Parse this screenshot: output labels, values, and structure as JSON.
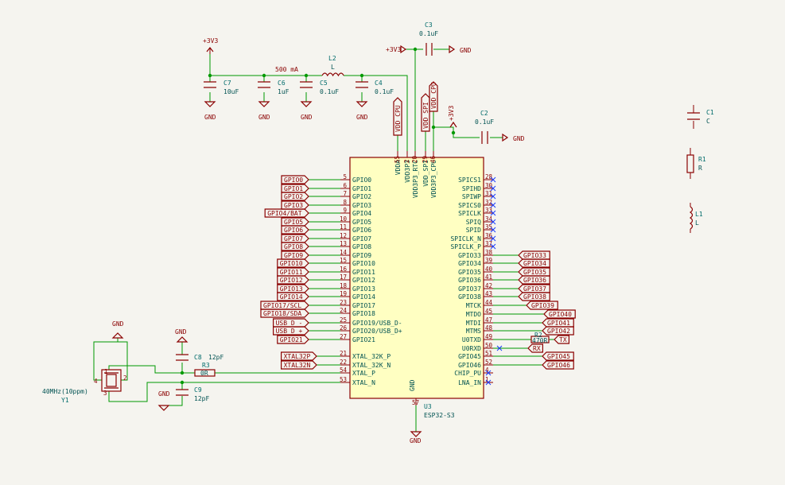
{
  "colors": {
    "background": "#f5f4ef",
    "wire": "#009900",
    "component": "#8a0000",
    "chip_fill": "#ffffc2",
    "text": "#005252"
  },
  "power": {
    "v3v3": "+3V3",
    "gnd": "GND"
  },
  "capacitors": {
    "c1": {
      "ref": "C1",
      "value": "C"
    },
    "c2": {
      "ref": "C2",
      "value": "0.1uF"
    },
    "c3": {
      "ref": "C3",
      "value": "0.1uF"
    },
    "c4": {
      "ref": "C4",
      "value": "0.1uF"
    },
    "c5": {
      "ref": "C5",
      "value": "0.1uF"
    },
    "c6": {
      "ref": "C6",
      "value": "1uF"
    },
    "c7": {
      "ref": "C7",
      "value": "10uF"
    },
    "c8": {
      "ref": "C8",
      "value": "12pF"
    },
    "c9": {
      "ref": "C9",
      "value": "12pF"
    }
  },
  "inductors": {
    "l1": {
      "ref": "L1",
      "value": "L"
    },
    "l2": {
      "ref": "L2",
      "value": "L",
      "note": "500 mA"
    }
  },
  "resistors": {
    "r1": {
      "ref": "R1",
      "value": "R"
    },
    "r2": {
      "ref": "R2",
      "value": "470R"
    },
    "r3": {
      "ref": "R3",
      "value": "0R"
    }
  },
  "crystal": {
    "ref": "Y1",
    "value": "40MHz(10ppm)",
    "pins": [
      "1",
      "2",
      "3",
      "4"
    ]
  },
  "u3": {
    "ref": "U3",
    "value": "ESP32-S3",
    "top_pins": [
      {
        "name": "VDDA",
        "num": "55"
      },
      {
        "name": "VDD3P3",
        "num": "2"
      },
      {
        "name": "VDD3P3_RTC",
        "num": "20"
      },
      {
        "name": "VDD_SPI",
        "num": "29"
      },
      {
        "name": "VDD3P3_CPU",
        "num": "46"
      }
    ],
    "left_pins": [
      {
        "name": "GPIO0",
        "num": "5"
      },
      {
        "name": "GPIO1",
        "num": "6"
      },
      {
        "name": "GPIO2",
        "num": "7"
      },
      {
        "name": "GPIO3",
        "num": "8"
      },
      {
        "name": "GPIO4",
        "num": "9"
      },
      {
        "name": "GPIO5",
        "num": "10"
      },
      {
        "name": "GPIO6",
        "num": "11"
      },
      {
        "name": "GPIO7",
        "num": "12"
      },
      {
        "name": "GPIO8",
        "num": "13"
      },
      {
        "name": "GPIO9",
        "num": "14"
      },
      {
        "name": "GPIO10",
        "num": "15"
      },
      {
        "name": "GPIO11",
        "num": "16"
      },
      {
        "name": "GPIO12",
        "num": "17"
      },
      {
        "name": "GPIO13",
        "num": "18"
      },
      {
        "name": "GPIO14",
        "num": "19"
      },
      {
        "name": "GPIO17",
        "num": "23"
      },
      {
        "name": "GPIO18",
        "num": "24"
      },
      {
        "name": "GPIO19/USB_D-",
        "num": "25"
      },
      {
        "name": "GPIO20/USB_D+",
        "num": "26"
      },
      {
        "name": "GPIO21",
        "num": "27"
      },
      {
        "name": "XTAL_32K_P",
        "num": "21"
      },
      {
        "name": "XTAL_32K_N",
        "num": "22"
      },
      {
        "name": "XTAL_P",
        "num": "54"
      },
      {
        "name": "XTAL_N",
        "num": "53"
      }
    ],
    "right_pins": [
      {
        "name": "SPICS1",
        "num": "28"
      },
      {
        "name": "SPIHD",
        "num": "30"
      },
      {
        "name": "SPIWP",
        "num": "31"
      },
      {
        "name": "SPICS0",
        "num": "32"
      },
      {
        "name": "SPICLK",
        "num": "33"
      },
      {
        "name": "SPIQ",
        "num": "34"
      },
      {
        "name": "SPID",
        "num": "35"
      },
      {
        "name": "SPICLK_N",
        "num": "36"
      },
      {
        "name": "SPICLK_P",
        "num": "37"
      },
      {
        "name": "GPIO33",
        "num": "38"
      },
      {
        "name": "GPIO34",
        "num": "39"
      },
      {
        "name": "GPIO35",
        "num": "40"
      },
      {
        "name": "GPIO36",
        "num": "41"
      },
      {
        "name": "GPIO37",
        "num": "42"
      },
      {
        "name": "GPIO38",
        "num": "43"
      },
      {
        "name": "MTCK",
        "num": "44"
      },
      {
        "name": "MTDO",
        "num": "45"
      },
      {
        "name": "MTDI",
        "num": "47"
      },
      {
        "name": "MTMS",
        "num": "48"
      },
      {
        "name": "U0TXD",
        "num": "49"
      },
      {
        "name": "U0RXD",
        "num": "50"
      },
      {
        "name": "GPIO45",
        "num": "51"
      },
      {
        "name": "GPIO46",
        "num": "52"
      },
      {
        "name": "CHIP_PU",
        "num": "4"
      },
      {
        "name": "LNA_IN",
        "num": "1"
      }
    ],
    "bottom_pin": {
      "name": "GND",
      "num": "57"
    }
  },
  "left_labels": [
    "GPIO0",
    "GPIO1",
    "GPIO2",
    "GPIO3",
    "GPIO4/BAT",
    "GPIO5",
    "GPIO6",
    "GPIO7",
    "GPIO8",
    "GPIO9",
    "GPIO10",
    "GPIO11",
    "GPIO12",
    "GPIO13",
    "GPIO14",
    "GPIO17/SCL",
    "GPIO18/SDA",
    "USB_D -",
    "USB_D +",
    "GPIO21",
    "XTAL32P",
    "XTAL32N"
  ],
  "right_labels": {
    "gpio33": "GPIO33",
    "gpio34": "GPIO34",
    "gpio35": "GPIO35",
    "gpio36": "GPIO36",
    "gpio37": "GPIO37",
    "gpio38": "GPIO38",
    "gpio39": "GPIO39",
    "gpio40": "GPIO40",
    "gpio41": "GPIO41",
    "gpio42": "GPIO42",
    "tx": "TX",
    "rx": "RX",
    "gpio45": "GPIO45",
    "gpio46": "GPIO46"
  },
  "vertical_labels": {
    "vdd_cpu_a": "VDD_CPU",
    "vdd_spi": "VDD_SPI",
    "vdd_cpu_b": "VDD_CPU"
  }
}
